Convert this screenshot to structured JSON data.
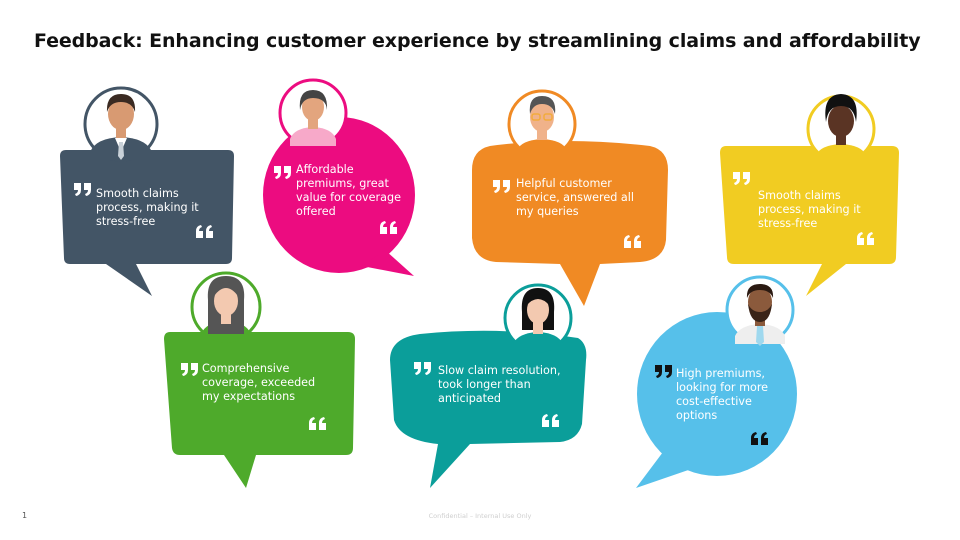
{
  "page": {
    "title": "Feedback: Enhancing customer experience by streamlining claims and affordability",
    "page_number": "1",
    "footer": "Confidential – Internal Use Only"
  },
  "testimonials": [
    {
      "id": "t1",
      "text": "Smooth claims process, making it stress-free",
      "color": "#435566"
    },
    {
      "id": "t2",
      "text": "Affordable premiums, great value for coverage offered",
      "color": "#EC0C80"
    },
    {
      "id": "t3",
      "text": "Helpful customer service, answered all my queries",
      "color": "#F08A24"
    },
    {
      "id": "t4",
      "text": "Smooth claims process, making it stress-free",
      "color": "#F1CC22"
    },
    {
      "id": "t5",
      "text": "Comprehensive coverage, exceeded my expectations",
      "color": "#4EAA2B"
    },
    {
      "id": "t6",
      "text": "Slow claim resolution, took longer than anticipated",
      "color": "#0B9E9A"
    },
    {
      "id": "t7",
      "text": "High premiums, looking for more cost-effective options",
      "color": "#56C0EA"
    }
  ]
}
